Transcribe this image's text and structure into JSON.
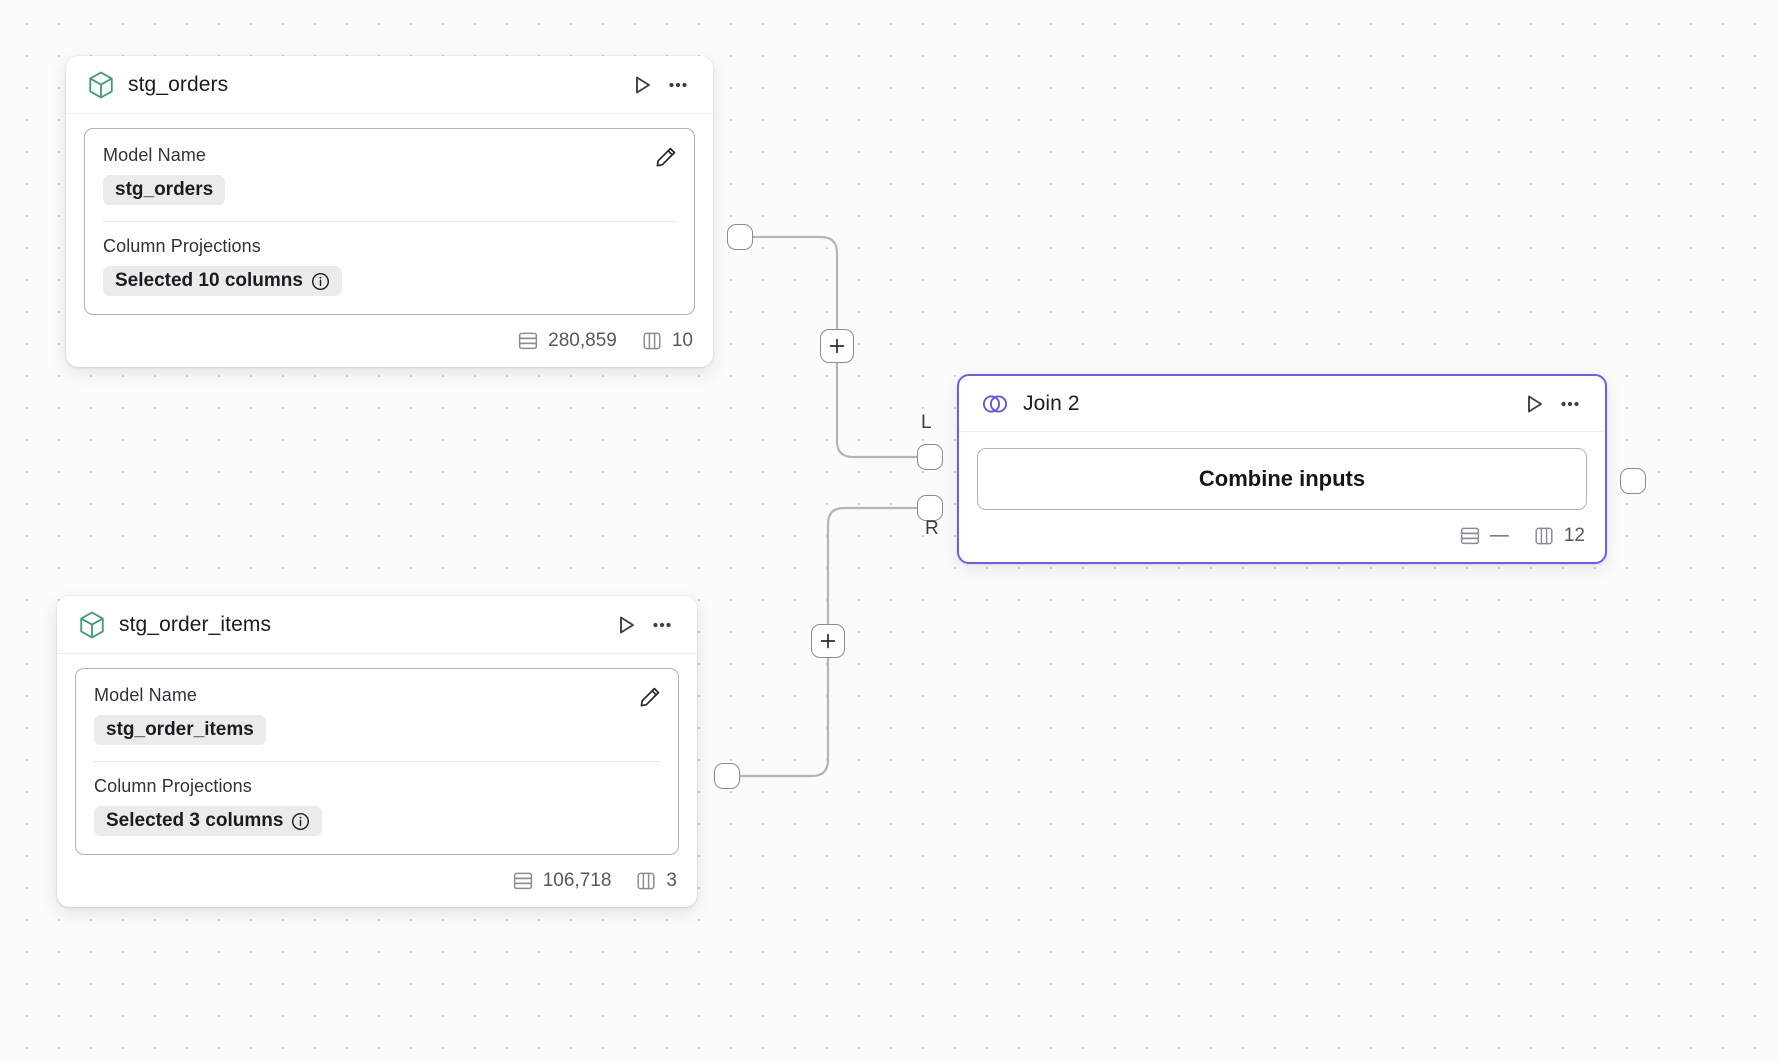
{
  "canvas": {
    "background_color": "#fbfbfb",
    "grid_dot_color": "#d4d4d4"
  },
  "nodes": [
    {
      "id": "stg_orders",
      "type": "model",
      "icon": "cube-icon",
      "icon_color": "#3f9e6f",
      "title": "stg_orders",
      "run_label": "Run",
      "menu_label": "More options",
      "fields": [
        {
          "label": "Model Name",
          "value": "stg_orders"
        },
        {
          "label": "Column Projections",
          "value": "Selected 10 columns"
        }
      ],
      "footer": {
        "rows": "280,859",
        "columns": "10"
      }
    },
    {
      "id": "stg_order_items",
      "type": "model",
      "icon": "cube-icon",
      "icon_color": "#3f9e6f",
      "title": "stg_order_items",
      "run_label": "Run",
      "menu_label": "More options",
      "fields": [
        {
          "label": "Model Name",
          "value": "stg_order_items"
        },
        {
          "label": "Column Projections",
          "value": "Selected 3 columns"
        }
      ],
      "footer": {
        "rows": "106,718",
        "columns": "3"
      }
    },
    {
      "id": "join_2",
      "type": "join",
      "icon": "venn-join-icon",
      "icon_color": "#5b4ff0",
      "accent_color": "#6c5cf5",
      "title": "Join 2",
      "run_label": "Run",
      "menu_label": "More options",
      "action_label": "Combine inputs",
      "input_ports": [
        {
          "id": "left",
          "label": "L"
        },
        {
          "id": "right",
          "label": "R"
        }
      ],
      "footer": {
        "rows": "—",
        "columns": "12"
      }
    }
  ],
  "edge_buttons": [
    {
      "id": "add-node-upper",
      "label": "+"
    },
    {
      "id": "add-node-lower",
      "label": "+"
    }
  ]
}
